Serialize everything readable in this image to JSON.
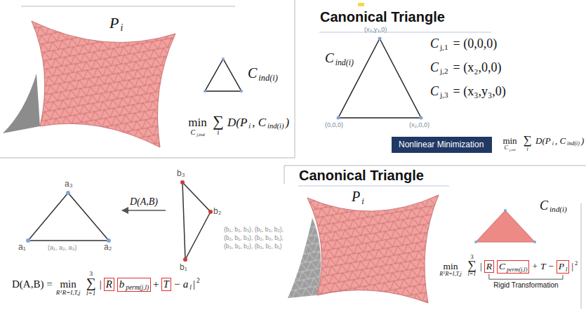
{
  "diagram": {
    "nodes": [
      {
        "text": [
          "Nonlinear Minimization"
        ]
      },
      {
        "text": [
          "a₃",
          "a₁",
          "(a₁, a₂, a₃)",
          "a₂"
        ]
      },
      {
        "text": [
          "b₃",
          "b₂",
          "b₁"
        ]
      }
    ],
    "edges": [
      {
        "from": 2,
        "to": 1,
        "arrow": "to",
        "label": "D(A,B)"
      }
    ],
    "labels": [
      "P",
      "i",
      "C",
      "ind(i)",
      "min",
      "C",
      "j,ind",
      "∑",
      "i",
      "D(P",
      "i",
      ", C",
      "ind(i)",
      ")",
      "Canonical Triangle",
      "(x₃,y₃,0)",
      "(0,0,0)",
      "(x₂,0,0)",
      "C",
      "ind(i)",
      "C",
      "j,1",
      "= (0,0,0)",
      "C",
      "j,2",
      "= (x₂,0,0)",
      "C",
      "j,3",
      "= (x₃,y₃,0)",
      "min",
      "C",
      "j,ind",
      "∑",
      "i",
      "D(P",
      "i",
      ", C",
      "ind(i)",
      ")",
      "(b₁, b₂, b₃), (b₁, b₃, b₂),",
      "(b₂, b₁, b₃), (b₂, b₃, b₁),",
      "(b₃, b₁, b₂), (b₃, b₂, b₁)",
      "D(A,B) =",
      "min",
      "RᵀR=I,T,j",
      "3",
      "∑",
      "l=1",
      "|",
      "R",
      "b",
      "perm(j,l)",
      "+",
      "T",
      "− a",
      "l",
      "|",
      "2",
      "Canonical Triangle",
      "P",
      "i",
      "C",
      "ind(i)",
      "min",
      "RᵀR=I,T,j",
      "3",
      "∑",
      "l=1",
      "|",
      "R",
      "C",
      "perm(j,l)",
      "+ T −",
      "P",
      "l",
      "|",
      "2",
      "Rigid Transformation"
    ]
  }
}
